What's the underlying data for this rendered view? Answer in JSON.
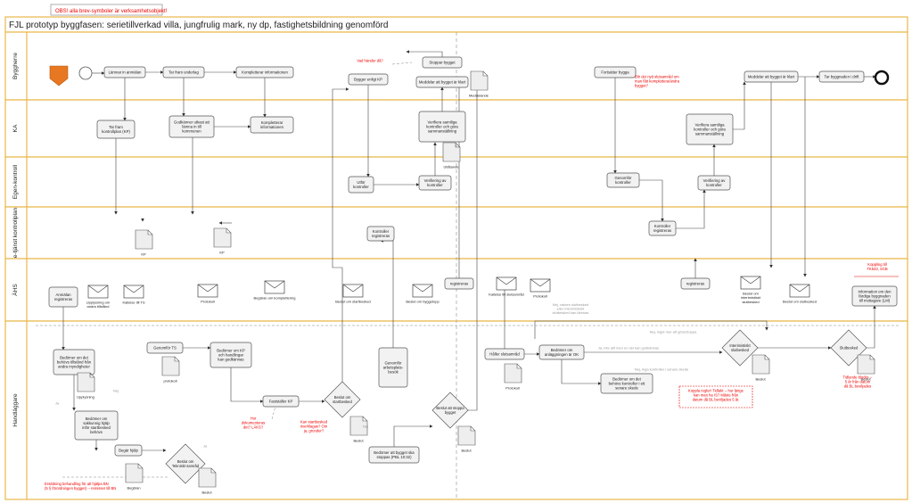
{
  "note_top": "OBS! alla brev-symboler är verksamhetsobjekt!",
  "title": "FJL prototyp byggfasen: serietillverkad villa, jungfrulig mark, ny dp, fastighetsbildning genomförd",
  "lanes": [
    "Byggherre",
    "KA",
    "Egen-kontroll",
    "e-tjänst kontrollplan",
    "ÄHS",
    "Handläggare"
  ],
  "colors": {
    "lane_border": "#e8b84a",
    "box_fill": "#f2f2f2",
    "start": "#e87722",
    "note": "#e00000"
  },
  "nodes": [
    {
      "id": "n_lamnar",
      "lines": [
        "Lämnar in anmälan"
      ]
    },
    {
      "id": "n_tarfram_underlag",
      "lines": [
        "Tar fram underlag"
      ]
    },
    {
      "id": "n_kompl_info_bh",
      "lines": [
        "Kompletterar informationen"
      ]
    },
    {
      "id": "n_bygger_kp",
      "lines": [
        "Bygger enligt KP"
      ]
    },
    {
      "id": "n_stoppar",
      "lines": [
        "Stoppar bygget"
      ]
    },
    {
      "id": "n_meddelar_klart1",
      "lines": [
        "Meddelar att bygget är klart"
      ]
    },
    {
      "id": "n_fortsatter",
      "lines": [
        "Fortsätter bygga"
      ]
    },
    {
      "id": "n_meddelar_klart2",
      "lines": [
        "Meddelar att bygget är klart"
      ]
    },
    {
      "id": "n_tarianspr",
      "lines": [
        "Tar byggnaden i drift"
      ]
    },
    {
      "id": "n_tarfram_kp",
      "lines": [
        "Tar fram",
        "kontrollplan (KP)"
      ]
    },
    {
      "id": "n_godkanner",
      "lines": [
        "Godkänner utkast att",
        "lämna in till",
        "kommunen"
      ]
    },
    {
      "id": "n_kompl_info_ka",
      "lines": [
        "Kompletterar",
        "informationen"
      ]
    },
    {
      "id": "n_verifiera1",
      "lines": [
        "Verifiera samtliga",
        "kontroller och göra",
        "sammanställning"
      ]
    },
    {
      "id": "n_verifiera2",
      "lines": [
        "Verifiera samtliga",
        "kontroller och göra",
        "sammanställning"
      ]
    },
    {
      "id": "n_utfor",
      "lines": [
        "Utför",
        "kontroller"
      ]
    },
    {
      "id": "n_verif_kontr1",
      "lines": [
        "Verifiering av",
        "kontroller"
      ]
    },
    {
      "id": "n_genomfor_kontr",
      "lines": [
        "Genomför",
        "kontroller"
      ]
    },
    {
      "id": "n_verif_kontr2",
      "lines": [
        "Verifiering av",
        "kontroller"
      ]
    },
    {
      "id": "n_kontr_reg1",
      "lines": [
        "Kontroller",
        "registreras"
      ]
    },
    {
      "id": "n_kontr_reg2",
      "lines": [
        "Kontroller",
        "registreras"
      ]
    },
    {
      "id": "n_anmalan_reg",
      "lines": [
        "Anmälan",
        "registreras"
      ]
    },
    {
      "id": "n_registreras1",
      "lines": [
        "registreras"
      ]
    },
    {
      "id": "n_registreras2",
      "lines": [
        "registreras"
      ]
    },
    {
      "id": "n_info_dela",
      "lines": [
        "Information om den",
        "färdiga byggnaden",
        "till mottagare (LM)"
      ]
    },
    {
      "id": "n_bedomer_behov",
      "lines": [
        "Bedömer om det",
        "behövs tillstånd från",
        "andra myndigheter"
      ]
    },
    {
      "id": "n_bedomer_sakkunnig",
      "lines": [
        "Bedömer om",
        "sakkunnig hjälp",
        "inför startbesked",
        "behövs"
      ]
    },
    {
      "id": "n_begar_hjalp",
      "lines": [
        "Begär hjälp"
      ]
    },
    {
      "id": "n_genomfor_ts",
      "lines": [
        "Genomför TS"
      ]
    },
    {
      "id": "n_bedomer_kp",
      "lines": [
        "Bedömer om KP",
        "och handlingar",
        "kan godkännas"
      ]
    },
    {
      "id": "n_faststaller",
      "lines": [
        "Fastställer KP"
      ]
    },
    {
      "id": "n_genomfor_arb",
      "lines": [
        "Genomför",
        "arbetsplats-",
        "besök"
      ]
    },
    {
      "id": "n_bedomer_stoppa",
      "lines": [
        "Bedömer att bygget ska",
        "stoppas (PBL 10:32)"
      ]
    },
    {
      "id": "n_haller_slut",
      "lines": [
        "Håller slutsamråd"
      ]
    },
    {
      "id": "n_bedomer_ok",
      "lines": [
        "Bedömer om",
        "anläggningen är OK"
      ]
    },
    {
      "id": "n_bedomer_senare",
      "lines": [
        "Bedömer om det",
        "behövs kontroller i ett",
        "senare skede"
      ]
    }
  ],
  "decisions": [
    {
      "id": "d_beslut_tekn",
      "lines": [
        "Beslut om",
        "Tekniskt samråd"
      ]
    },
    {
      "id": "d_beslut_start",
      "lines": [
        "Beslut om",
        "startbesked"
      ]
    },
    {
      "id": "d_beslut_stopp",
      "lines": [
        "Beslut att stoppa",
        "bygget"
      ]
    },
    {
      "id": "d_interim",
      "lines": [
        "Interimistiskt",
        "slutbesked"
      ]
    },
    {
      "id": "d_slutbesked",
      "lines": [
        "Slutbesked"
      ]
    }
  ],
  "documents": [
    {
      "id": "doc_meddelande",
      "label": "Meddelande"
    },
    {
      "id": "doc_utlatande",
      "label": "Utlåtande"
    },
    {
      "id": "doc_kp1",
      "label": "KP"
    },
    {
      "id": "doc_kp2",
      "label": "KP"
    },
    {
      "id": "doc_upplysning",
      "label": "Upplysning"
    },
    {
      "id": "doc_protokoll1",
      "label": "protokoll"
    },
    {
      "id": "doc_protokoll2",
      "label": "Protokoll"
    },
    {
      "id": "doc_begaran",
      "label": "Begäran"
    },
    {
      "id": "doc_beslut1",
      "label": "Beslut"
    },
    {
      "id": "doc_beslut2",
      "label": "Beslut"
    },
    {
      "id": "doc_beslut3",
      "label": "Beslut"
    },
    {
      "id": "doc_beslut4",
      "label": "Beslut"
    },
    {
      "id": "doc_beslut5",
      "label": "Beslut"
    }
  ],
  "letters": [
    {
      "id": "l1",
      "lines": [
        "Upplysning om",
        "andra tillstånd"
      ]
    },
    {
      "id": "l2",
      "lines": [
        "Kallelse till TS"
      ]
    },
    {
      "id": "l3",
      "lines": [
        "Protokoll"
      ]
    },
    {
      "id": "l4",
      "lines": [
        "Begäran om komplettering"
      ]
    },
    {
      "id": "l5",
      "lines": [
        "Beslut om startbesked"
      ]
    },
    {
      "id": "l6",
      "lines": [
        "Beslut om byggstopp"
      ]
    },
    {
      "id": "l7",
      "lines": [
        "Kallelse till slutsamråd"
      ]
    },
    {
      "id": "l8",
      "lines": [
        "Protokoll"
      ]
    },
    {
      "id": "l9",
      "lines": [
        "Beslut om",
        "interimistiskt",
        "slutbesked"
      ]
    },
    {
      "id": "l10",
      "lines": [
        "Beslut om slutbesked"
      ]
    }
  ],
  "notes": [
    {
      "id": "r1",
      "lines": [
        "Vad händer då?"
      ]
    },
    {
      "id": "r2",
      "lines": [
        "Blir det nytt slutsamråd om",
        "man fått komplettera/ändra",
        "bygget?"
      ]
    },
    {
      "id": "r3",
      "lines": [
        "Kan startbesked",
        "överklagas? Om",
        "ja, grunder?"
      ]
    },
    {
      "id": "r4",
      "lines": [
        "Hur",
        "dokumenteras",
        "det? LÄKS?"
      ]
    },
    {
      "id": "r5",
      "lines": [
        "Ersättning behandling för att hjälpa BN",
        "(5 § förordningen bygget) -- remisser till BN"
      ]
    },
    {
      "id": "r6",
      "lines": [
        "Koppling till",
        "TK533, SCB"
      ]
    },
    {
      "id": "r7",
      "lines": [
        "Koppla regler! Tidlakt -- hur länge",
        "kan man ha IS? Måste från",
        "datum då BL beviljades 5 år."
      ]
    },
    {
      "id": "r8",
      "lines": [
        "Tidlande blocks --",
        "5 år från datum",
        "då BL beviljades"
      ]
    }
  ],
  "edge_labels": [
    {
      "id": "e_ja1",
      "text": "Ja"
    },
    {
      "id": "e_nej1",
      "text": "Nej"
    },
    {
      "id": "e_ja2",
      "text": "Ja"
    },
    {
      "id": "e_nej2",
      "text": "Nej"
    },
    {
      "id": "e_nej3",
      "text": "Nej, inget mer att göra/stoppa"
    },
    {
      "id": "e_ja3",
      "text": "Ja, inte allt men en del kan godkännas"
    },
    {
      "id": "e_nej4",
      "text": "Nej, inga kontroller i senare skede"
    },
    {
      "id": "e_grey",
      "lines": [
        "Nej, varken slutbesked",
        "eller interimistiskt",
        "slutbesked kan lämnas"
      ]
    }
  ]
}
